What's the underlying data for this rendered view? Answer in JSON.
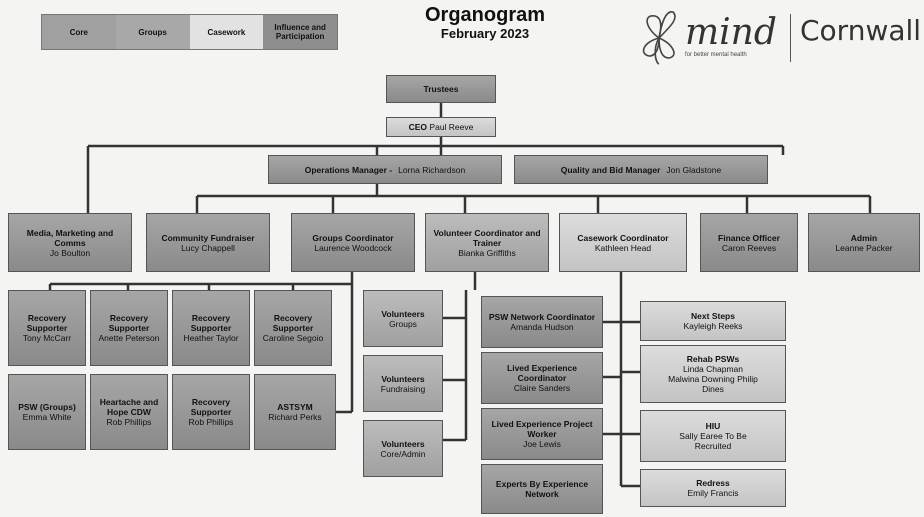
{
  "legend": [
    "Core",
    "Groups",
    "Casework",
    "Influence and Participation"
  ],
  "title": "Organogram",
  "subtitle": "February 2023",
  "logo": {
    "brand": "mind",
    "tagline": "for better mental health",
    "region": "Cornwall"
  },
  "nodes": {
    "trustees": {
      "role": "Trustees",
      "person": ""
    },
    "ceo": {
      "role": "CEO",
      "person": "Paul Reeve"
    },
    "ops": {
      "role": "Operations Manager -",
      "person": "Lorna Richardson"
    },
    "quality": {
      "role": "Quality and Bid Manager",
      "person": "Jon Gladstone"
    },
    "media": {
      "role": "Media, Marketing and Comms",
      "person": "Jo Boulton"
    },
    "community": {
      "role": "Community Fundraiser",
      "person": "Lucy Chappell"
    },
    "groups": {
      "role": "Groups Coordinator",
      "person": "Laurence Woodcock"
    },
    "volcoord": {
      "role": "Volunteer Coordinator and Trainer",
      "person": "Bianka Griffiths"
    },
    "casework": {
      "role": "Casework Coordinator",
      "person": "Kathleen Head"
    },
    "finance": {
      "role": "Finance Officer",
      "person": "Caron Reeves"
    },
    "admin": {
      "role": "Admin",
      "person": "Leanne Packer"
    },
    "rs1": {
      "role": "Recovery Supporter",
      "person": "Tony McCarr"
    },
    "rs2": {
      "role": "Recovery Supporter",
      "person": "Anette Peterson"
    },
    "rs3": {
      "role": "Recovery Supporter",
      "person": "Heather Taylor"
    },
    "rs4": {
      "role": "Recovery Supporter",
      "person": "Caroline Segoio"
    },
    "psw": {
      "role": "PSW (Groups)",
      "person": "Emma White"
    },
    "heartache": {
      "role": "Heartache and Hope CDW",
      "person": "Rob Phillips"
    },
    "rs5": {
      "role": "Recovery Supporter",
      "person": "Rob Phillips"
    },
    "astsym": {
      "role": "ASTSYM",
      "person": "Richard Perks"
    },
    "volgroups": {
      "role": "Volunteers",
      "person": "Groups"
    },
    "volfund": {
      "role": "Volunteers",
      "person": "Fundraising"
    },
    "voladmin": {
      "role": "Volunteers",
      "person": "Core/Admin"
    },
    "pswnet": {
      "role": "PSW Network Coordinator",
      "person": "Amanda Hudson"
    },
    "livedcoord": {
      "role": "Lived Experience Coordinator",
      "person": "Claire Sanders"
    },
    "livedproj": {
      "role": "Lived Experience Project Worker",
      "person": "Joe Lewis"
    },
    "experts": {
      "role": "Experts By Experience Network",
      "person": ""
    },
    "nextsteps": {
      "role": "Next Steps",
      "person": "Kayleigh Reeks"
    },
    "rehab": {
      "role": "Rehab PSWs",
      "person": "Linda Chapman Malwina Downing Philip Dines"
    },
    "hiu": {
      "role": "HIU",
      "person": "Sally Earee To Be Recruited"
    },
    "redress": {
      "role": "Redress",
      "person": "Emily Francis"
    }
  },
  "colors": {
    "core": "#a0a0a0",
    "groups": "#a8a8a8",
    "casework": "#dcdcdc",
    "influence": "#8e8e8e",
    "connector": "#333333"
  }
}
